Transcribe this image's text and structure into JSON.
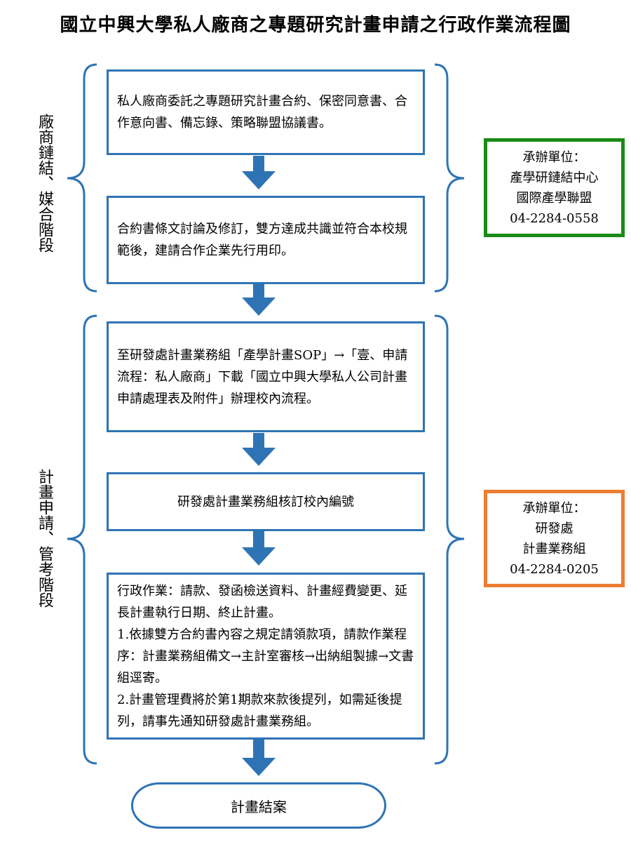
{
  "title": "國立中興大學私人廠商之專題研究計畫申請之行政作業流程圖",
  "stages": [
    {
      "label": "廠商鏈結、媒合階段"
    },
    {
      "label": "計畫申請、管考階段"
    }
  ],
  "steps": [
    {
      "text": "私人廠商委託之專題研究計畫合約、保密同意書、合作意向書、備忘錄、策略聯盟協議書。"
    },
    {
      "text": "合約書條文討論及修訂，雙方達成共識並符合本校規範後，建請合作企業先行用印。"
    },
    {
      "text": "至研發處計畫業務組「產學計畫SOP」→「壹、申請流程：私人廠商」下載「國立中興大學私人公司計畫申請處理表及附件」辦理校內流程。"
    },
    {
      "text": "研發處計畫業務組核訂校內編號"
    },
    {
      "text": "行政作業：請款、發函檢送資料、計畫經費變更、延長計畫執行日期、終止計畫。\n1.依據雙方合約書內容之規定請領款項，請款作業程序：計畫業務組備文→主計室審核→出納組製據→文書組逕寄。\n2.計畫管理費將於第1期款來款後提列，如需延後提列，請事先通知研發處計畫業務組。"
    }
  ],
  "end": {
    "text": "計畫結案"
  },
  "units": [
    {
      "heading": "承辦單位：",
      "lines": [
        "產學研鏈結中心",
        "國際產學聯盟",
        "04-2284-0558"
      ],
      "color": "#188b16"
    },
    {
      "heading": "承辦單位：",
      "lines": [
        "研發處",
        "計畫業務組",
        "04-2284-0205"
      ],
      "color": "#ed7d31"
    }
  ],
  "colors": {
    "flow": "#2e74b5",
    "arrow": "#2e74b5"
  }
}
